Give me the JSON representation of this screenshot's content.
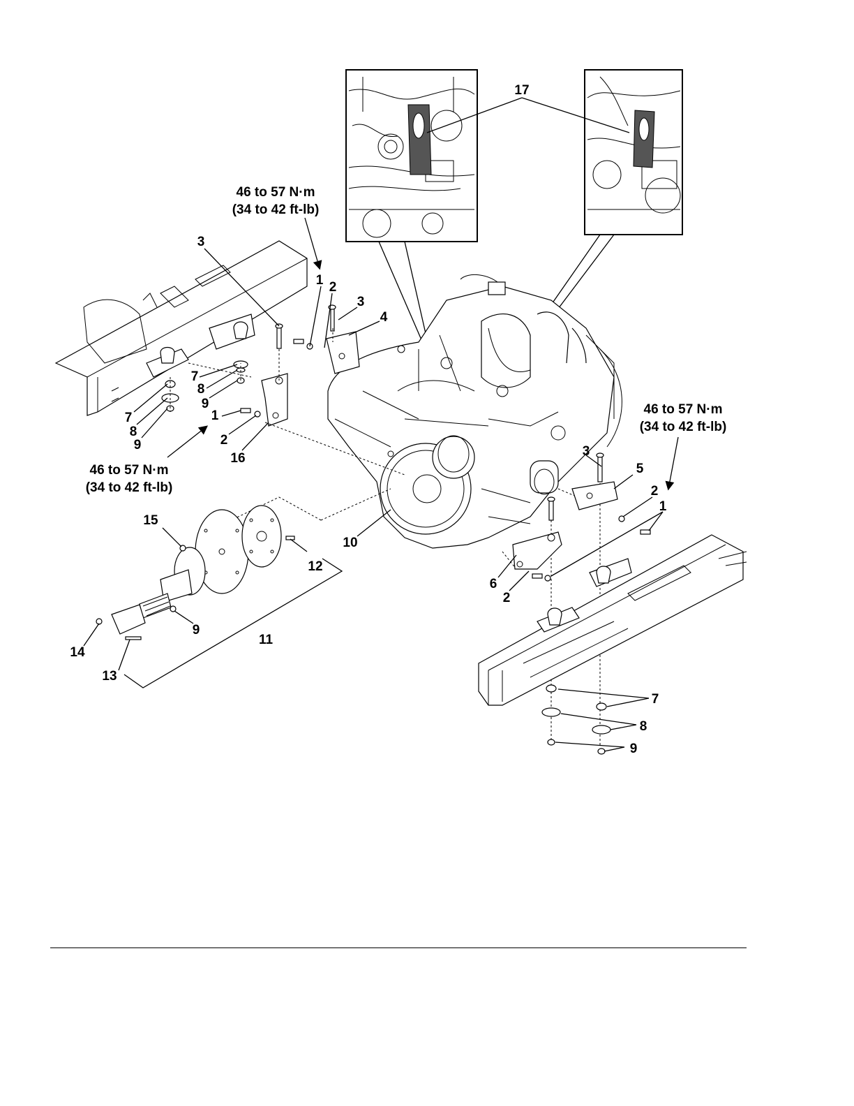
{
  "torque_specs": [
    {
      "line1": "46 to 57 N·m",
      "line2": "(34 to 42 ft-lb)"
    },
    {
      "line1": "46 to 57 N·m",
      "line2": "(34 to 42 ft-lb)"
    },
    {
      "line1": "46 to 57 N·m",
      "line2": "(34 to 42 ft-lb)"
    }
  ],
  "callouts": {
    "c1a": "1",
    "c1b": "1",
    "c1c": "1",
    "c2a": "2",
    "c2b": "2",
    "c2c": "2",
    "c2d": "2",
    "c3a": "3",
    "c3b": "3",
    "c3c": "3",
    "c4": "4",
    "c5": "5",
    "c6": "6",
    "c7a": "7",
    "c7b": "7",
    "c7c": "7",
    "c8a": "8",
    "c8b": "8",
    "c8c": "8",
    "c9a": "9",
    "c9b": "9",
    "c9c": "9",
    "c9d": "9",
    "c10": "10",
    "c11": "11",
    "c12": "12",
    "c13": "13",
    "c14": "14",
    "c15": "15",
    "c16": "16",
    "c17": "17"
  }
}
